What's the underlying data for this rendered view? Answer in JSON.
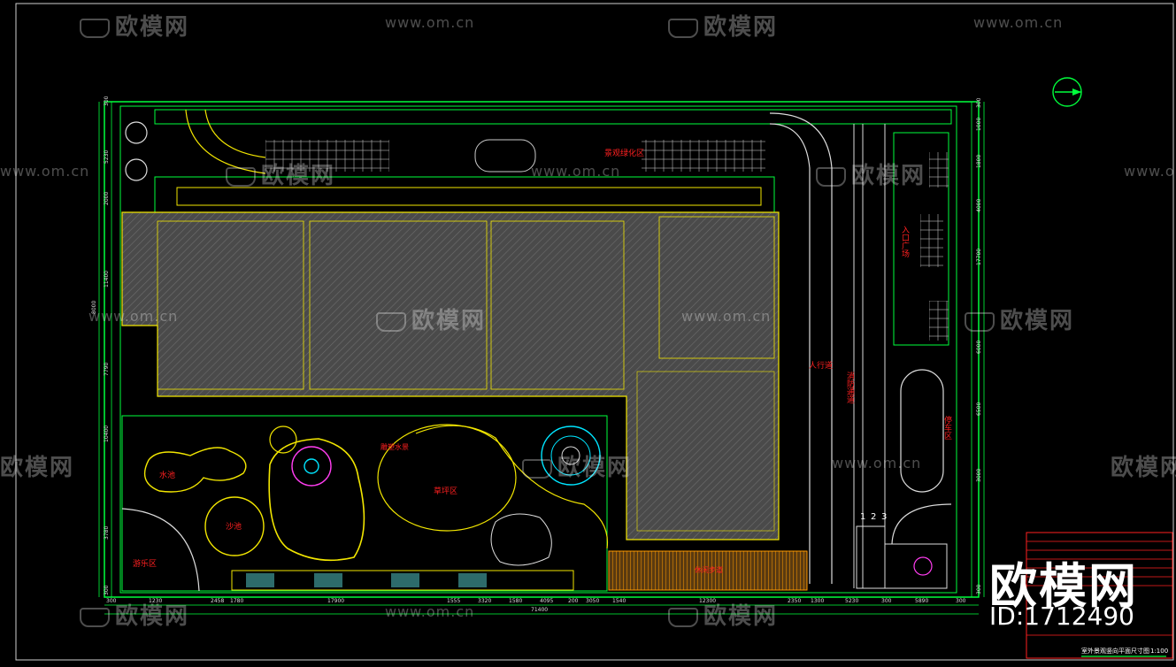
{
  "watermark": {
    "brand_cn": "欧模网",
    "url": "www.om.cn",
    "id_label": "ID:1712490"
  },
  "labels": {
    "pool_1": "水池",
    "pool_2": "沙池",
    "play_area": "游乐区",
    "lawn_area": "草坪区",
    "sculpture": "雕塑水景",
    "pedestrian": "人行道",
    "fire_lane": "消防通道",
    "parking": "停车区",
    "sidewalk_strip": "休闲步道",
    "top_label": "景观绿化区",
    "right_label": "入口广场",
    "lane_numbers": [
      "1",
      "2",
      "3"
    ]
  },
  "dimensions": {
    "bottom": [
      "300",
      "1230",
      "2458",
      "1780",
      "17900",
      "1555",
      "3320",
      "1580",
      "4095",
      "200",
      "3050",
      "1540",
      "12300",
      "2350",
      "1300",
      "5230",
      "300",
      "5890",
      "300"
    ],
    "total_bottom": "71400",
    "left": [
      "300",
      "5230",
      "2000",
      "11400",
      "8000",
      "7790",
      "10400",
      "3780",
      "300"
    ],
    "right": [
      "300",
      "1000",
      "1800",
      "4000",
      "17700",
      "6000",
      "6500",
      "3000",
      "300"
    ]
  },
  "title_block": {
    "drawing_title": "室外景观竖向平面尺寸图",
    "scale": "1:100"
  },
  "colors": {
    "background": "#000000",
    "wall": "#00ff3c",
    "curve": "#f2e600",
    "hatch": "#7a7a7a",
    "cyan": "#00e5ff",
    "magenta": "#ff3df0",
    "red": "#ff2020",
    "orange": "#ff9a00",
    "white": "#ffffff"
  }
}
